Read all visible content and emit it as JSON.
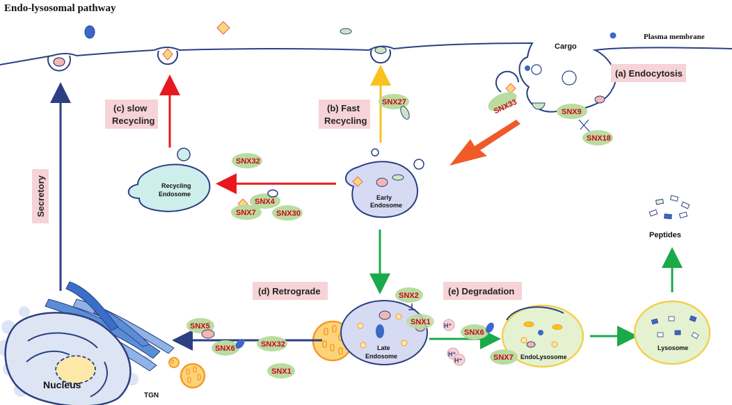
{
  "title": "Endo-lysosomal pathway",
  "plasma_membrane": "Plasma membrane",
  "cargo": "Cargo",
  "peptides": "Peptides",
  "tgn": "TGN",
  "nucleus": "Nucleus",
  "pathways": {
    "endocytosis": "(a) Endocytosis",
    "fast_recycling_1": "(b) Fast",
    "fast_recycling_2": "Recycling",
    "slow_recycling_1": "(c) slow",
    "slow_recycling_2": "Recycling",
    "retrograde": "(d) Retrograde",
    "degradation": "(e) Degradation",
    "secretory": "Secretory"
  },
  "organelles": {
    "early_1": "Early",
    "early_2": "Endosome",
    "recycling_1": "Recycling",
    "recycling_2": "Endosome",
    "late_1": "Late",
    "late_2": "Endosome",
    "endolysosome": "EndoLysosome",
    "lysosome": "Lysosome"
  },
  "snx": {
    "snx33": "SNX33",
    "snx9": "SNX9",
    "snx18": "SNX18",
    "snx27": "SNX27",
    "snx32_top": "SNX32",
    "snx4": "SNX4",
    "snx7_mid": "SNX7",
    "snx30": "SNX30",
    "snx2": "SNX2",
    "snx1_late": "SNX1",
    "snx6_deg": "SNX6",
    "snx7_deg": "SNX7",
    "snx5": "SNX5",
    "snx6_ret": "SNX6",
    "snx32_ret": "SNX32",
    "snx1_ret": "SNX1"
  },
  "ions": {
    "h1": "H⁺",
    "h2": "H⁺",
    "h3": "H⁺"
  },
  "colors": {
    "membrane": "#2b3f82",
    "red_arrow": "#e8191e",
    "yellow_arrow": "#f9c21d",
    "green_arrow": "#1aaa4a",
    "big_arrow": "#f05a28",
    "snx_fill": "#b9dca0",
    "pink_box": "#f6d3d6"
  }
}
